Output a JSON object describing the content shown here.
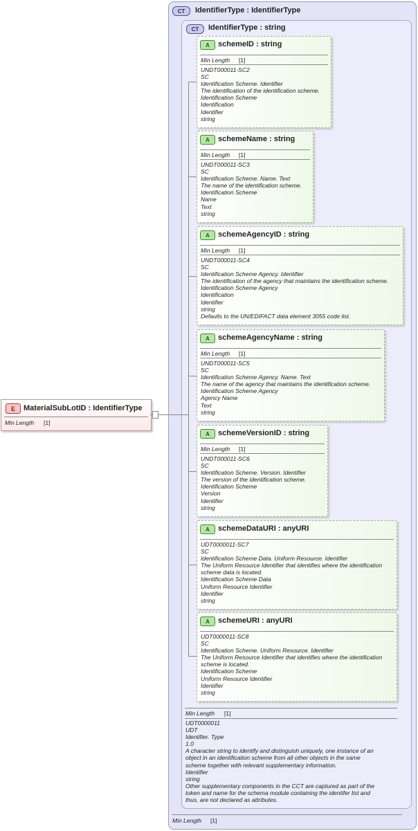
{
  "element": {
    "badge": "E",
    "title": "MaterialSubLotID : IdentifierType",
    "facet_label": "Min Length",
    "facet_value": "[1]"
  },
  "outer_ct": {
    "badge": "CT",
    "title": "IdentifierType : IdentifierType",
    "facet_label": "Min Length",
    "facet_value": "[1]"
  },
  "inner_ct": {
    "badge": "CT",
    "title": "IdentifierType : string",
    "facet_label": "Min Length",
    "facet_value": "[1]",
    "doc": "UDT0000011\nUDT\nIdentifier. Type\n1.0\nA character string to identify and distinguish uniquely, one instance of an\nobject in an identification scheme from all other objects in the same\nscheme together with relevant supplementary information.\nIdentifier\nstring\nOther supplementary components in the CCT are captured as part of the\ntoken and name for the schema module containing the identifer list and\nthus, are not declared as attributes."
  },
  "attributes": [
    {
      "badge": "A",
      "title": "schemeID : string",
      "facet_label": "Min Length",
      "facet_value": "[1]",
      "doc": "UNDT000011-SC2\nSC\nIdentification Scheme. Identifier\nThe identification of the identification scheme.\nIdentification Scheme\nIdentification\nIdentifier\nstring"
    },
    {
      "badge": "A",
      "title": "schemeName : string",
      "facet_label": "Min Length",
      "facet_value": "[1]",
      "doc": "UNDT000011-SC3\nSC\nIdentification Scheme. Name. Text\nThe name of the identification scheme.\nIdentification Scheme\nName\nText\nstring"
    },
    {
      "badge": "A",
      "title": "schemeAgencyID : string",
      "facet_label": "Min Length",
      "facet_value": "[1]",
      "doc": "UNDT000011-SC4\nSC\nIdentification Scheme Agency. Identifier\nThe identification of the agency that maintains the identification scheme.\nIdentification Scheme Agency\nIdentification\nIdentifier\nstring\nDefaults to the UN/EDIFACT data element 3055 code list."
    },
    {
      "badge": "A",
      "title": "schemeAgencyName : string",
      "facet_label": "Min Length",
      "facet_value": "[1]",
      "doc": "UNDT000011-SC5\nSC\nIdentification Scheme Agency. Name. Text\nThe name of the agency that maintains the identification scheme.\nIdentification Scheme Agency\nAgency Name\nText\nstring"
    },
    {
      "badge": "A",
      "title": "schemeVersionID : string",
      "facet_label": "Min Length",
      "facet_value": "[1]",
      "doc": "UNDT000011-SC6\nSC\nIdentification Scheme. Version. Identifier\nThe version of the identification scheme.\nIdentification Scheme\nVersion\nIdentifier\nstring"
    },
    {
      "badge": "A",
      "title": "schemeDataURI : anyURI",
      "doc": "UDT0000011-SC7\nSC\nIdentification Scheme Data. Uniform Resource. Identifier\nThe Uniform Resource Identifier that identifies where the identification\nscheme data is located.\nIdentification Scheme Data\nUniform Resource Identifier\nIdentifier\nstring"
    },
    {
      "badge": "A",
      "title": "schemeURI : anyURI",
      "doc": "UDT0000011-SC8\nSC\nIdentification Scheme. Uniform Resource. Identifier\nThe Uniform Resource Identifier that identifies where the identification\nscheme is located.\nIdentification Scheme\nUniform Resource Identifier\nIdentifier\nstring"
    }
  ]
}
